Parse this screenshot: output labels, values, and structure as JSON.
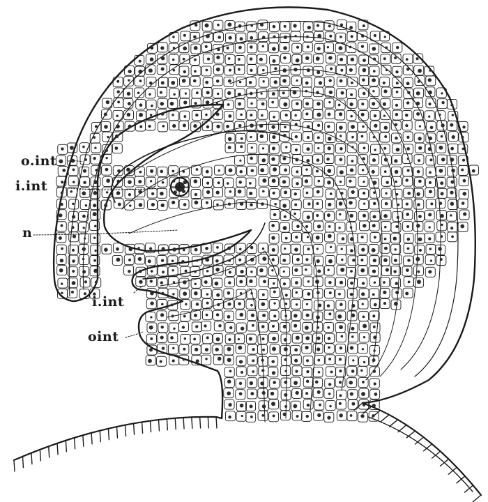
{
  "figure": {
    "labels": {
      "outer_integument_upper": "o.int",
      "inner_integument_upper": "i.int",
      "nucellus": "n",
      "inner_integument_lower": "i.int",
      "outer_integument_lower": "oint"
    },
    "colors": {
      "ink": "#1a1a1a",
      "background": "#ffffff",
      "nucleus": "#2b2b2b"
    }
  }
}
